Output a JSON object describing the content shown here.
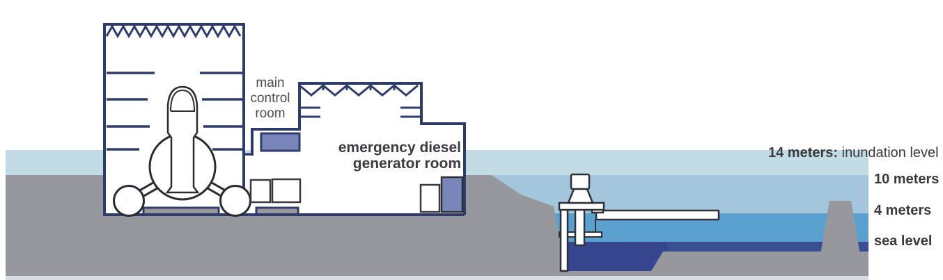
{
  "labels": {
    "main_control_room": {
      "line1": "main",
      "line2": "control",
      "line3": "room"
    },
    "emergency_diesel": {
      "line1": "emergency diesel",
      "line2": "generator room"
    }
  },
  "levels": {
    "inundation": {
      "bold": "14 meters:",
      "rest": " inundation level"
    },
    "ten": "10 meters",
    "four": "4 meters",
    "sea": "sea level"
  },
  "colors": {
    "outline_navy": "#2e3c6c",
    "room_purple": "#7a86bb",
    "ground_gray": "#97989d",
    "water_14m": "#c2dce6",
    "water_10m": "#a3c6dd",
    "water_4m": "#5aa1cf",
    "water_sea_band": "#3a4e92",
    "basin_deep": "#35468e",
    "shore_strip": "#d7dce2",
    "equipment_outline": "#303038",
    "white": "#ffffff"
  }
}
